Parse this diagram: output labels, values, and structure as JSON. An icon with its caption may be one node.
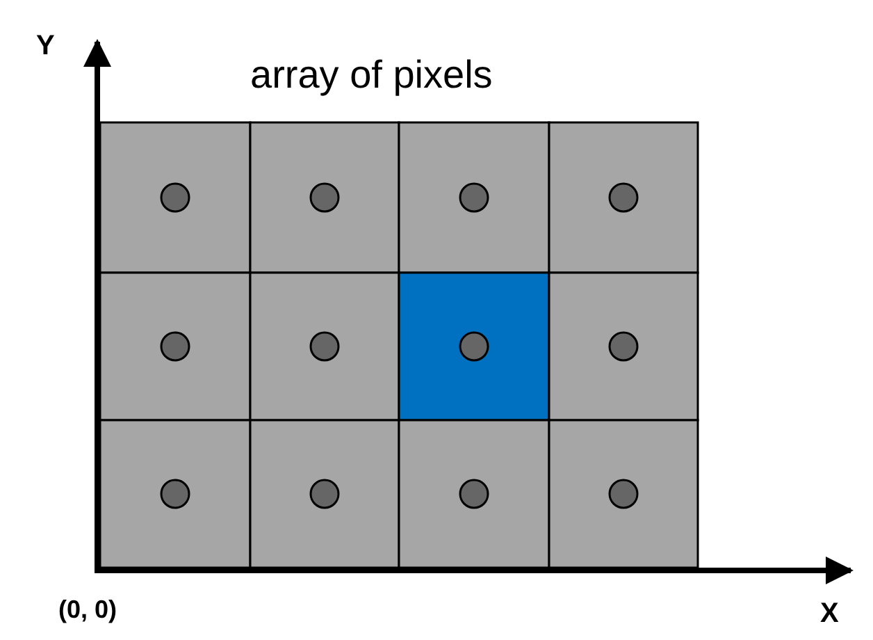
{
  "diagram": {
    "title": "array of pixels",
    "labels": [
      "Y",
      "(0, 0)",
      "X"
    ]
  }
}
